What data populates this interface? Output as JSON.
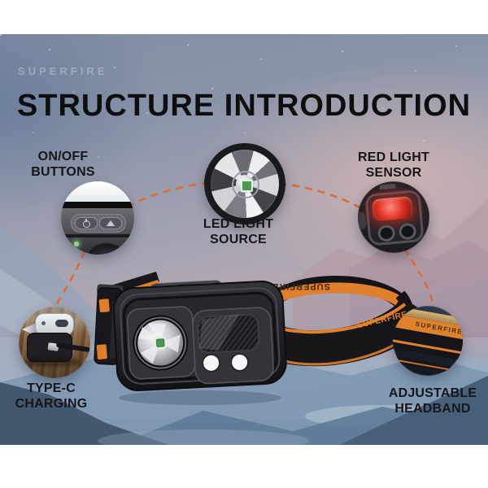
{
  "watermark": "SUPERFIRE",
  "title": "STRUCTURE INTRODUCTION",
  "callouts": {
    "onoff": {
      "line1": "ON/OFF",
      "line2": "BUTTONS"
    },
    "led": {
      "line1": "LED LIGHT",
      "line2": "SOURCE"
    },
    "red": {
      "line1": "RED LIGHT",
      "line2": "SENSOR"
    },
    "typec": {
      "line1": "TYPE-C",
      "line2": "CHARGING"
    },
    "band": {
      "line1": "ADJUSTABLE",
      "line2": "HEADBAND"
    }
  },
  "product": {
    "brand_front": "SUPERFIRE",
    "brand_inner_mirrored": "SUPERFIRE",
    "brand_closeup": "SUPERFIRE"
  },
  "icons": {
    "power": "power-circle-icon",
    "mode": "triangle-brightness-icon"
  },
  "colors": {
    "dash_orange": "#dd6c35",
    "band_orange": "#e0812e",
    "red_glow": "#e03325",
    "led_green": "#4e9a55",
    "title_text": "#0d0e10"
  }
}
